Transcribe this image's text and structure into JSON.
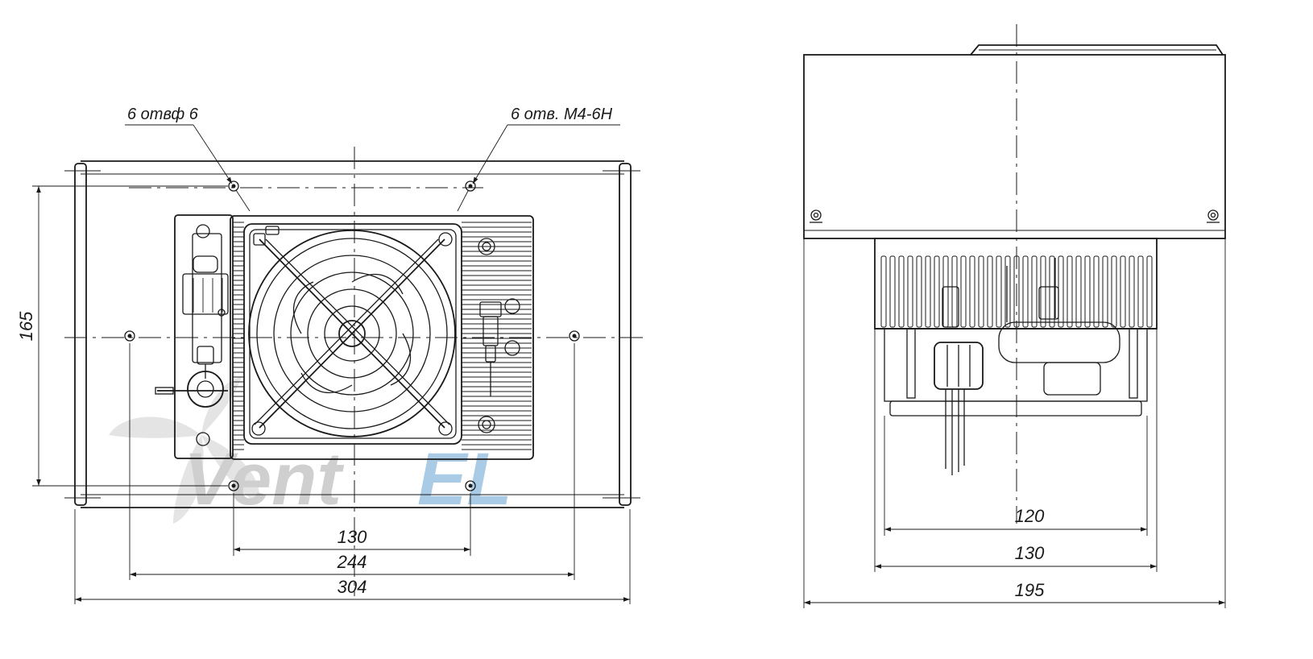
{
  "notes": {
    "holes_left": "6 отвф 6",
    "holes_right": "6 отв. M4-6H"
  },
  "front_view": {
    "dim_height": "165",
    "dim_130": "130",
    "dim_244": "244",
    "dim_304": "304"
  },
  "side_view": {
    "dim_120": "120",
    "dim_130": "130",
    "dim_195": "195"
  },
  "watermark": {
    "part1": "Vent",
    "part2": "EL",
    "color_grey": "#cfcfcf",
    "color_blue": "#a9cbe6"
  }
}
